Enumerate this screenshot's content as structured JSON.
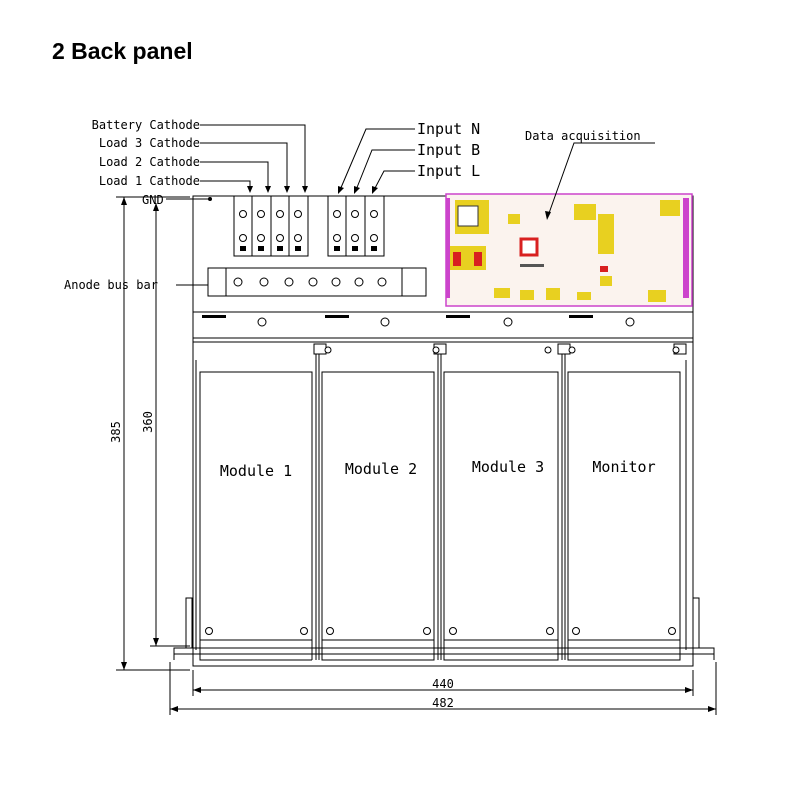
{
  "title": "2 Back panel",
  "labels": {
    "battery_cathode": "Battery Cathode",
    "load3_cathode": "Load 3 Cathode",
    "load2_cathode": "Load 2 Cathode",
    "load1_cathode": "Load 1 Cathode",
    "gnd": "GND",
    "anode_bus_bar": "Anode bus bar",
    "input_n": "Input N",
    "input_b": "Input B",
    "input_l": "Input L",
    "data_acquisition": "Data acquisition"
  },
  "modules": [
    "Module 1",
    "Module 2",
    "Module 3",
    "Monitor"
  ],
  "dimensions": {
    "height_outer": "385",
    "height_inner": "360",
    "width_inner": "440",
    "width_outer": "482"
  },
  "colors": {
    "line": "#000000",
    "pcb_border": "#cc44cc",
    "pcb_fill": "#fbf3ee",
    "component_yellow": "#e8d020",
    "component_red": "#d82020"
  }
}
